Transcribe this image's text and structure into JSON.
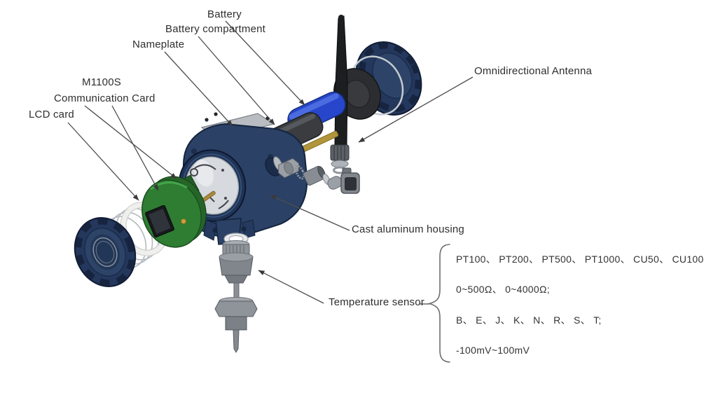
{
  "diagram": {
    "type": "exploded-view-diagram",
    "subject": "wireless temperature transmitter",
    "labels": {
      "battery": "Battery",
      "battery_compartment": "Battery compartment",
      "nameplate": "Nameplate",
      "m1100s": "M1100S",
      "communication_card": "Communication Card",
      "lcd_card": "LCD card",
      "omnidirectional_antenna": "Omnidirectional Antenna",
      "cast_aluminum_housing": "Cast aluminum housing",
      "temperature_sensor": "Temperature sensor"
    },
    "temperature_sensor_options": {
      "rtd_types": "PT100、 PT200、 PT500、 PT1000、 CU50、 CU100",
      "resistance_ranges": "0~500Ω、 0~4000Ω;",
      "thermocouple_types": "B、 E、 J、 K、 N、 R、 S、 T;",
      "millivolt_range": "-100mV~100mV"
    },
    "palette": {
      "housing_navy": "#2b4165",
      "cover_navy_dark": "#16243f",
      "card_green": "#2e7d32",
      "battery_blue": "#2746cc",
      "metal_gray": "#9aa0a6",
      "antenna_black": "#1c1e20",
      "brass": "#b2953a",
      "glass_gray": "#d6dade",
      "leader_line": "#4d4d4d",
      "text": "#2e2e2e",
      "background": "#ffffff"
    }
  }
}
